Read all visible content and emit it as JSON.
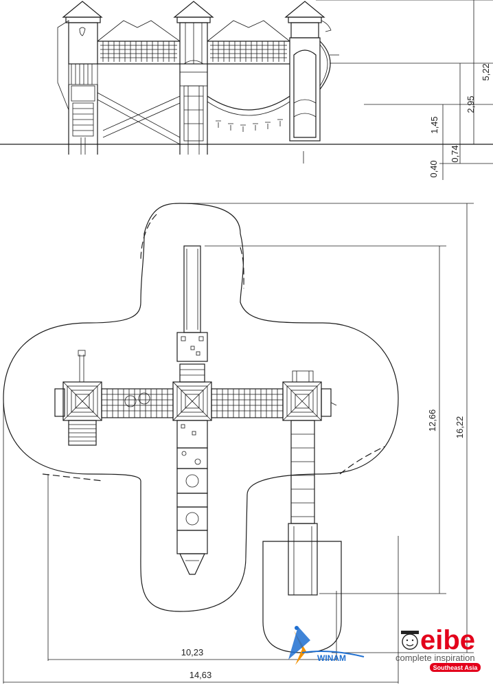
{
  "elevation_dimensions": {
    "total_height": "5,22",
    "platform_height_high": "2,95",
    "platform_height_low": "1,45",
    "slide_exit_height": "0,74",
    "foundation_depth": "0,40"
  },
  "plan_dimensions": {
    "length_inner": "12,66",
    "length_outer": "16,22",
    "width_inner": "10,23",
    "width_outer": "14,63"
  },
  "logos": {
    "distributor": "WINAM",
    "brand": "eibe",
    "brand_tagline": "complete inspiration",
    "brand_region": "Southeast Asia"
  },
  "colors": {
    "line": "#1a1a1a",
    "brand_red": "#e3001b",
    "winam_blue": "#1f6fd0",
    "winam_orange": "#f39200"
  }
}
